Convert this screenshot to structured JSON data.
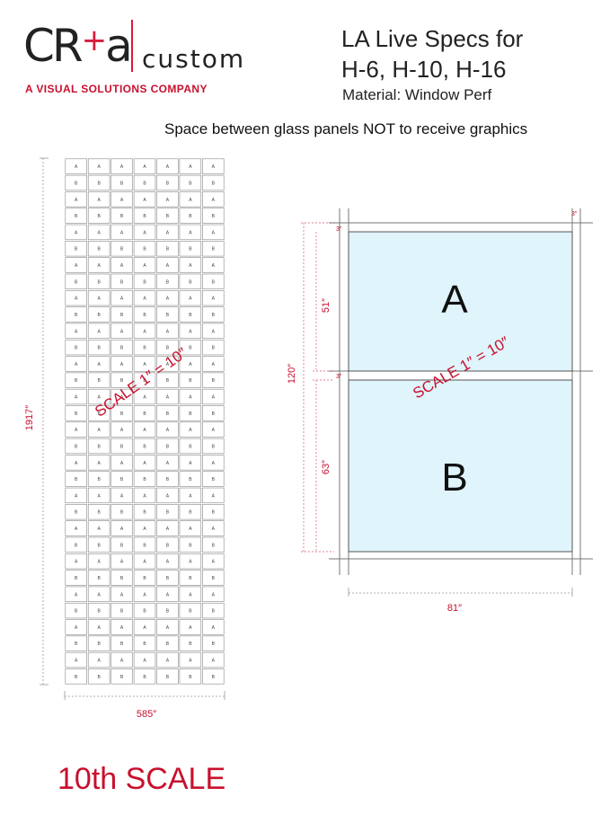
{
  "logo": {
    "mark_left": "CR",
    "mark_plus": "+",
    "mark_right": "a",
    "custom": "custom",
    "tagline": "A VISUAL SOLUTIONS COMPANY"
  },
  "title": {
    "line1": "LA Live Specs for",
    "line2": "H-6, H-10, H-16",
    "material": "Material: Window Perf"
  },
  "note": "Space between glass panels NOT to receive graphics",
  "left_diagram": {
    "height_label": "1917″",
    "width_label": "585″",
    "scale_label": "SCALE 1″ = 10″",
    "rows": 32,
    "cols": 7,
    "cell_labels": [
      "A",
      "B"
    ]
  },
  "right_diagram": {
    "panel_a_label": "A",
    "panel_b_label": "B",
    "top_gap_label": "3″",
    "right_gap_label": "3″",
    "mid_gap_label": "3″",
    "upper_height_label": "51″",
    "lower_height_label": "63″",
    "total_height_label": "120″",
    "width_label": "81″",
    "scale_label": "SCALE 1″ = 10″"
  },
  "footer": {
    "scale_text": "10th SCALE"
  },
  "colors": {
    "accent": "#c8102e",
    "glass": "#dff4fb",
    "line": "#666666"
  }
}
